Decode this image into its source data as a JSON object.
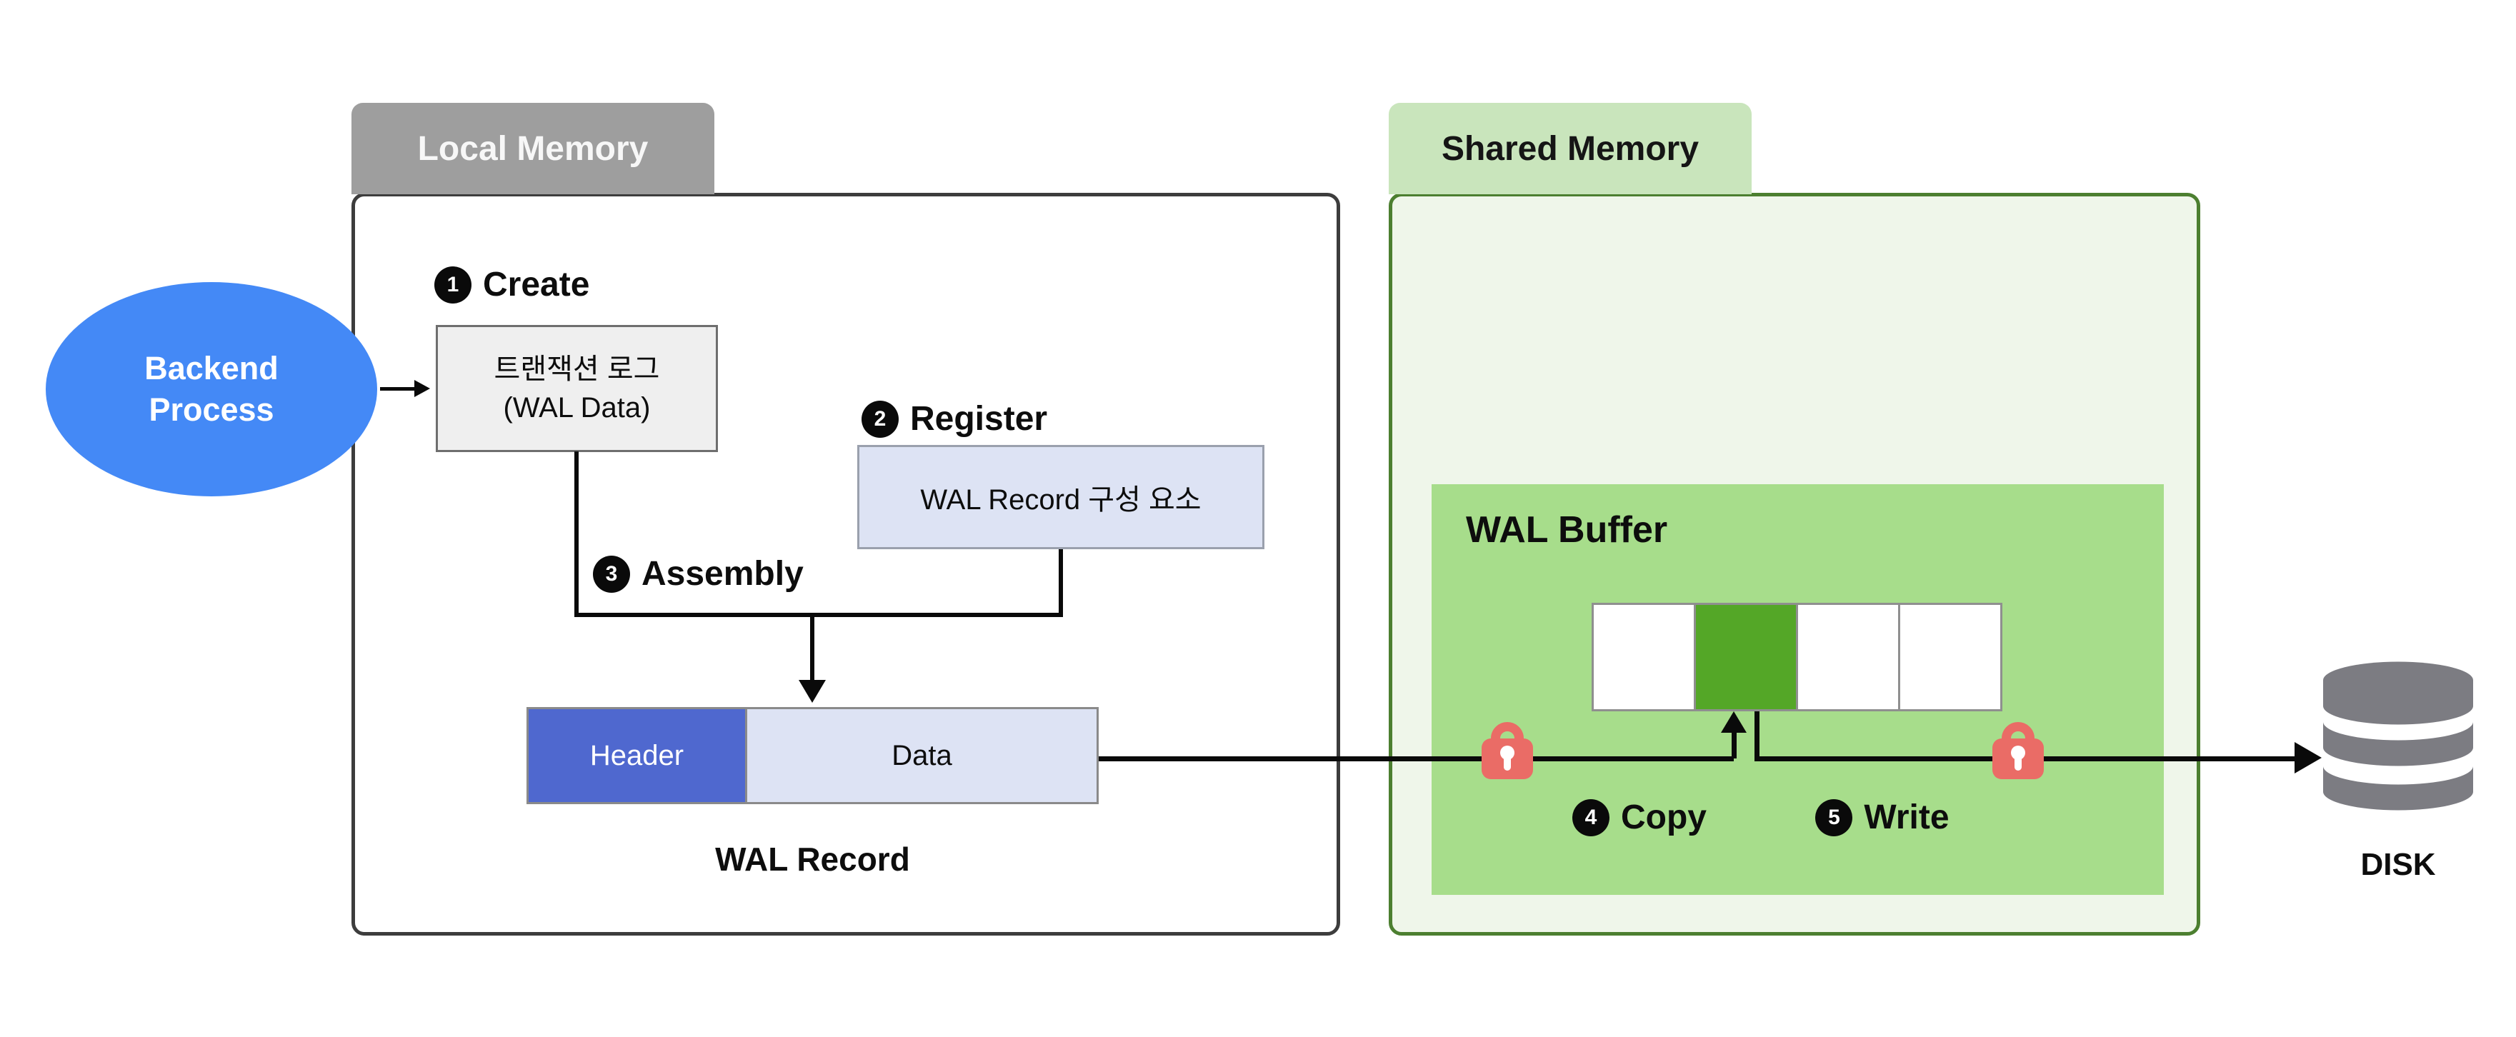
{
  "local_memory": {
    "tab_label": "Local Memory"
  },
  "shared_memory": {
    "tab_label": "Shared Memory"
  },
  "backend": {
    "label": "Backend Process"
  },
  "steps": {
    "create": {
      "num": "1",
      "label": "Create"
    },
    "register": {
      "num": "2",
      "label": "Register"
    },
    "assembly": {
      "num": "3",
      "label": "Assembly"
    },
    "copy": {
      "num": "4",
      "label": "Copy"
    },
    "write": {
      "num": "5",
      "label": "Write"
    }
  },
  "boxes": {
    "transaction_log": {
      "line1": "트랜잭션 로그",
      "line2": "(WAL Data)"
    },
    "wal_record_components": {
      "label": "WAL Record 구성 요소"
    },
    "wal_record": {
      "header": "Header",
      "data": "Data",
      "caption": "WAL Record"
    }
  },
  "wal_buffer": {
    "title": "WAL Buffer",
    "cells": [
      {
        "filled": false
      },
      {
        "filled": true
      },
      {
        "filled": false
      },
      {
        "filled": false
      }
    ]
  },
  "disk": {
    "label": "DISK"
  },
  "icons": [
    "lock-icon",
    "lock-icon",
    "database-icon",
    "arrowhead-icon"
  ],
  "colors": {
    "backend_blue": "#4489f6",
    "header_blue": "#4f68cf",
    "lavender_box": "#dde3f4",
    "gray_box": "#efefef",
    "local_tab_gray": "#9e9e9e",
    "local_border": "#3d3d3d",
    "shared_tab_green": "#c9e5bc",
    "shared_fill": "#eff6ea",
    "shared_border": "#4c7f30",
    "wal_buffer_green": "#a7dd8b",
    "cell_filled_green": "#54a727",
    "lock_coral": "#ea6c66",
    "disk_gray": "#7c7c82",
    "line_black": "#0a0a0a"
  }
}
